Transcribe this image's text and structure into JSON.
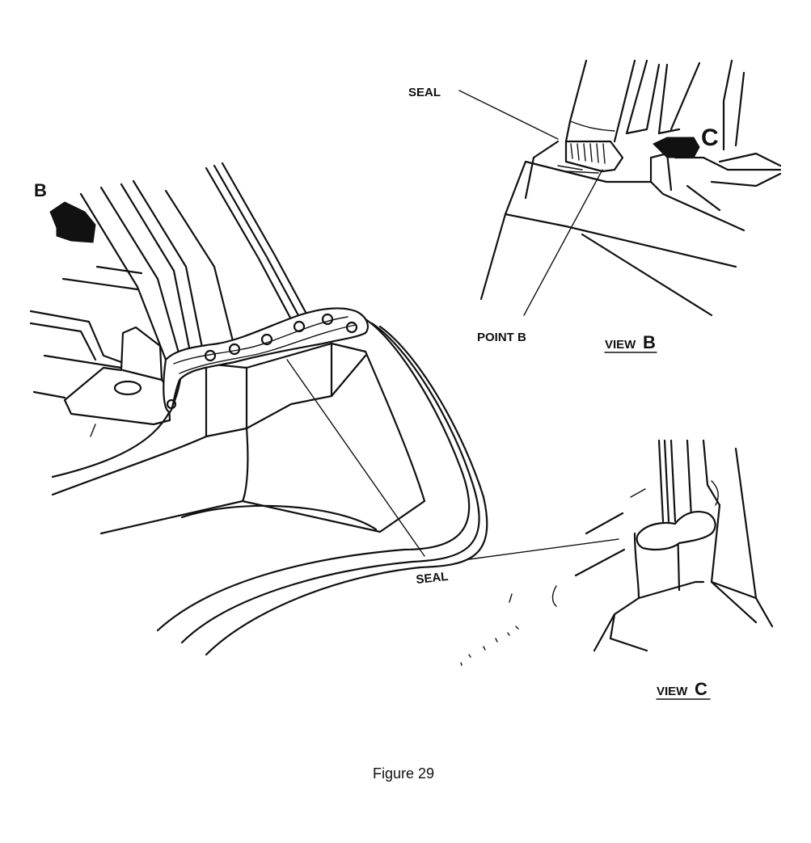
{
  "labels": {
    "seal_top": "SEAL",
    "seal_bottom": "SEAL",
    "point_b": "POINT B",
    "view_b_word": "VIEW",
    "view_b_letter": "B",
    "view_c_word": "VIEW",
    "view_c_letter": "C",
    "arrow_b_letter": "B",
    "arrow_c_letter": "C"
  },
  "caption": "Figure 29",
  "colors": {
    "ink": "#111111",
    "paper": "#ffffff"
  }
}
